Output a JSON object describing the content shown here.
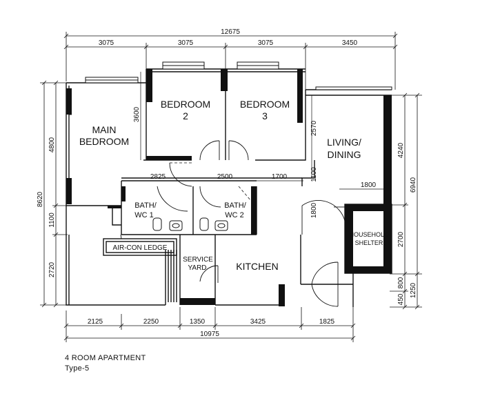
{
  "plan": {
    "rooms": {
      "main_bedroom": [
        "MAIN",
        "BEDROOM"
      ],
      "bedroom2": [
        "BEDROOM",
        "2"
      ],
      "bedroom3": [
        "BEDROOM",
        "3"
      ],
      "living": [
        "LIVING/",
        "DINING"
      ],
      "bath1": [
        "BATH/",
        "WC 1"
      ],
      "bath2": [
        "BATH/",
        "WC 2"
      ],
      "household": [
        "HOUSEHOLD",
        "SHELTER"
      ],
      "aircon": "AIR-CON LEDGE",
      "service": [
        "SERVICE",
        "YARD"
      ],
      "kitchen": "KITCHEN"
    },
    "dims": {
      "top_total": "12675",
      "top": [
        "3075",
        "3075",
        "3075",
        "3450"
      ],
      "bottom": [
        "2125",
        "2250",
        "1350",
        "3425",
        "1825"
      ],
      "bottom_total": "10975",
      "left_total": "8620",
      "left_a": "4800",
      "left_b": "1100",
      "left_c": "2720",
      "right_total": "6940",
      "right": [
        "4240",
        "2700",
        "800",
        "450",
        "1250"
      ],
      "interior": {
        "d3600": "3600",
        "d2825": "2825",
        "d2500": "2500",
        "d1700": "1700",
        "d2570": "2570",
        "d1100": "1100",
        "d1800v": "1800",
        "d1800h": "1800"
      }
    },
    "caption": {
      "title": "4 ROOM APARTMENT",
      "subtitle": "Type-5"
    }
  }
}
